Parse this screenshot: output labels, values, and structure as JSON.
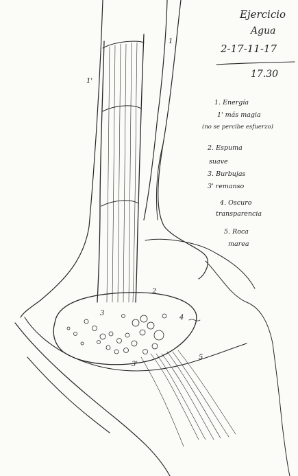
{
  "header": {
    "title_line1": "Ejercicio",
    "title_line2": "Agua",
    "date": "2-17-11-17",
    "time": "17.30"
  },
  "legend": {
    "items": [
      {
        "label": "1. Energía"
      },
      {
        "label": "1' más magia"
      },
      {
        "label": "(no se percibe esfuerzo)"
      },
      {
        "label": "2. Espuma"
      },
      {
        "label": "suave"
      },
      {
        "label": "3. Burbujas"
      },
      {
        "label": "3' remanso"
      },
      {
        "label": "4. Oscuro"
      },
      {
        "label": "transparencia"
      },
      {
        "label": "5. Roca"
      },
      {
        "label": "marea"
      }
    ]
  },
  "drawing_labels": {
    "n1": "1",
    "n1p": "1'",
    "n2": "2",
    "n3": "3",
    "n3p": "3'",
    "n4": "4",
    "n5": "5"
  }
}
